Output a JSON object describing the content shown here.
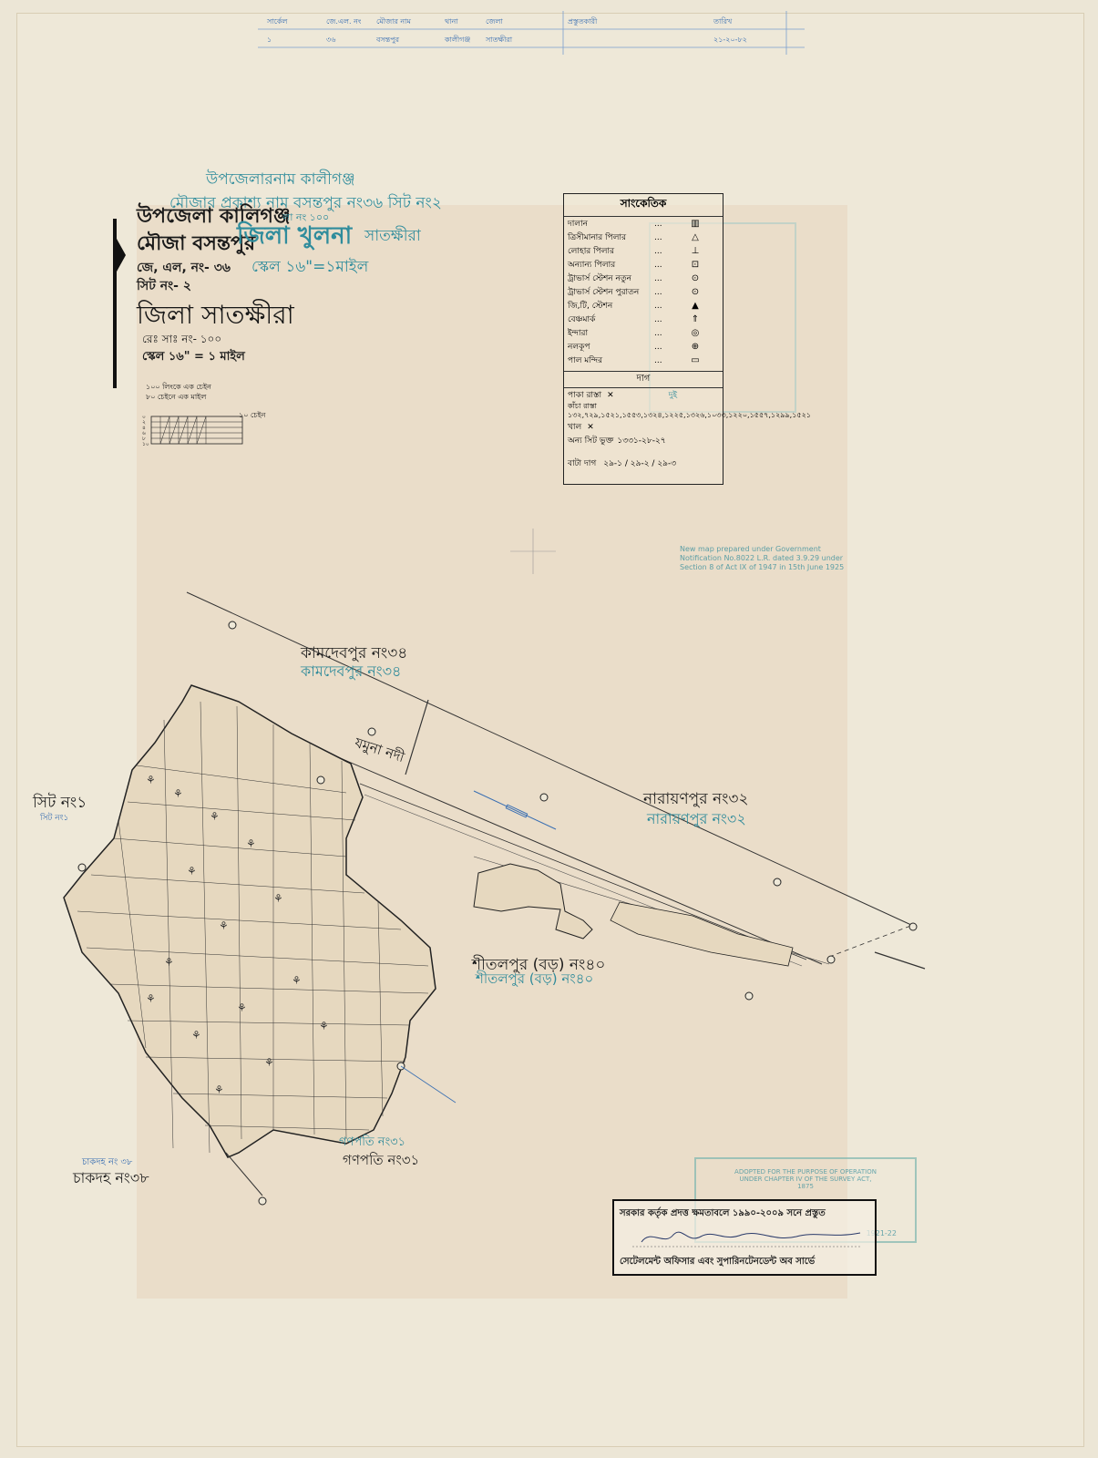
{
  "header_table": {
    "row1": [
      "সার্কেল",
      "জে.এল. নং",
      "মৌজার নাম",
      "থানা",
      "জেলা",
      "প্রস্তুতকারী",
      "তারিখ"
    ],
    "row2": [
      "১",
      "৩৬",
      "বসন্তপুর",
      "কালীগঞ্জ",
      "সাতক্ষীরা",
      "",
      "২১-২০-৮২"
    ]
  },
  "title": {
    "upazila_teal": "উপজেলারনাম কালীগঞ্জ",
    "mouza_teal": "মৌজার প্রকাশ্য নাম বসন্তপুর নং৩৬ সিট নং২",
    "upazila": "উপজেলা কালিগঞ্জ",
    "mouza": "মৌজা বসন্তপুর",
    "jl_no": "জে, এল, নং- ৩৬",
    "sheet_no": "সিট নং- ২",
    "district_teal": "জিলা খুলনা",
    "district_teal2": "সাতক্ষীরা",
    "district": "জিলা সাতক্ষীরা",
    "scale_teal": "স্কেল ১৬\"=১মাইল",
    "reg_no": "রেঃ সাঃ নং- ১০০",
    "scale": "স্কেল ১৬\" = ১ মাইল",
    "reg_teal": "লা নং ১০০"
  },
  "scale_bar": {
    "note1": "১০০ লিংকে এক চেইন",
    "note2": "৮০ চেইনে এক মাইল",
    "end_label": "১০ চেইন",
    "left_ticks": [
      "০",
      "২",
      "৪",
      "৬",
      "৮",
      "১০"
    ]
  },
  "legend": {
    "title": "সাংকেতিক",
    "items": [
      {
        "label": "দালান",
        "symbol": "▥"
      },
      {
        "label": "ত্রিসীমানার পিলার",
        "symbol": "△"
      },
      {
        "label": "লোহার পিলার",
        "symbol": "⊥"
      },
      {
        "label": "অন্যান্য পিলার",
        "symbol": "⊡"
      },
      {
        "label": "ট্রাভার্স স্টেশন নতুন",
        "symbol": "⊙"
      },
      {
        "label": "ট্রাভার্স স্টেশন পুরাতন",
        "symbol": "⊙"
      },
      {
        "label": "জি,টি, স্টেশন",
        "symbol": "▲"
      },
      {
        "label": "বেঞ্চমার্ক",
        "symbol": "⇑"
      },
      {
        "label": "ইন্দারা",
        "symbol": "◎"
      },
      {
        "label": "নলকূপ",
        "symbol": "⊕"
      },
      {
        "label": "পাল মন্দির",
        "symbol": "▭"
      }
    ],
    "section": "দাগ",
    "pakka": "পাকা রাস্তা",
    "kacha": "কাঁচা রাস্তা",
    "khal": "খাল",
    "other_sheet": "অন্য সিট ভুক্ত",
    "bata_dag": "বাটা দাগ",
    "bata_vals": "২৯-১ / ২৯-২ / ২৯-৩",
    "dut": "দুই",
    "kacha_vals": "১৩২,৭২৯,১৫২১,১৫৫৩,১৩২৪,১২২৫,১৩২৬,১০৩৩,১২২০,১৫৫৭,১২৯৯,১৫২১",
    "other_vals": "১৩৩১-২৮-২৭"
  },
  "side_notes": {
    "notification": [
      "New map prepared under Government",
      "Notification No.8022 L.R. dated 3.9.29 under",
      "Section 8 of Act IX of 1947 in 15th June 1925"
    ]
  },
  "place_labels": {
    "kamdebpur_black": "কামদেবপুর নং৩৪",
    "kamdebpur_teal": "কামদেবপুর নং৩৪",
    "jamuna": "যমুনা নদী",
    "narayanpur_black": "নারায়ণপুর নং৩২",
    "narayanpur_teal": "নারায়ণপুর নং৩২",
    "sheet1": "সিট নং১",
    "sheet1_small": "সিট নং১",
    "shitalpur_black": "শীতলপুর (বড়) নং৪০",
    "shitalpur_teal": "শীতলপুর (বড়) নং৪০",
    "ganapati_teal": "গণপতি নং৩১",
    "ganapati_black": "গণপতি নং৩১",
    "chakdah_teal": "চাকদহ নং ৩৮",
    "chakdah_black": "চাকদহ নং৩৮"
  },
  "signature_box": {
    "line1": "সরকার কর্তৃক প্রদত্ত ক্ষমতাবলে ১৯৯০-২০০৯ সনে প্রস্তুত",
    "line3": "সেটেলমেন্ট অফিসার এবং সুপারিনটেনডেন্ট অব সার্ভে"
  },
  "stamp": {
    "line1": "ADOPTED FOR THE PURPOSE OF OPERATION",
    "line2": "UNDER CHAPTER IV OF THE SURVEY ACT,",
    "line3": "1875",
    "date": "1921-22"
  },
  "colors": {
    "paper": "#ece6d6",
    "overlay": "#e9dcc6",
    "ink": "#1d1d1d",
    "teal": "#2e8a9a",
    "blue": "#3a6fb2"
  }
}
